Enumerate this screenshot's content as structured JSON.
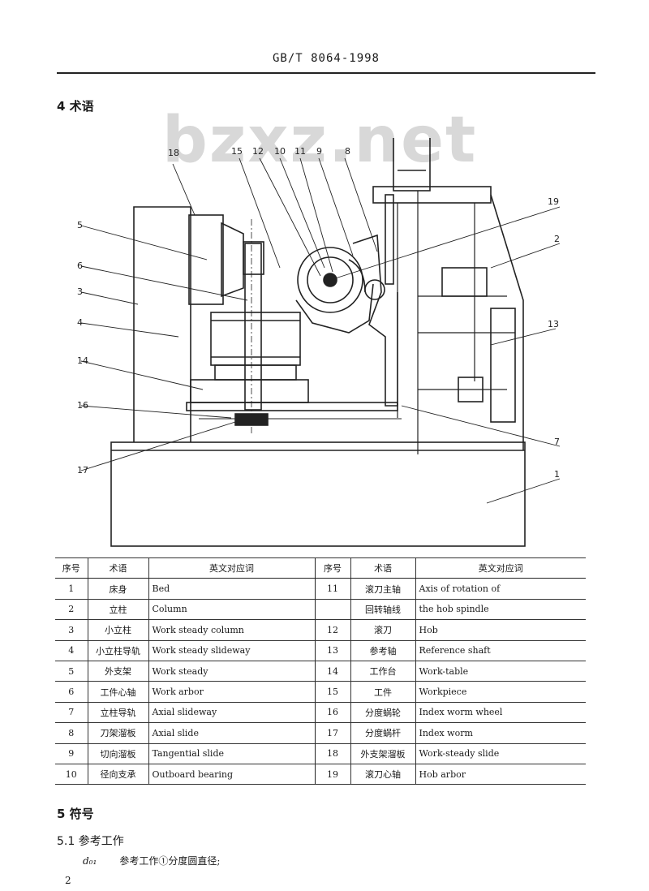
{
  "header": "GB/T 8064-1998",
  "section4_title": "4  术语",
  "watermark": "bzxz.net",
  "figure": {
    "callouts": [
      "18",
      "15",
      "12",
      "10",
      "11",
      "9",
      "8",
      "19",
      "2",
      "13",
      "7",
      "1",
      "17",
      "16",
      "14",
      "4",
      "3",
      "6",
      "5"
    ]
  },
  "table": {
    "headers": [
      "序号",
      "术语",
      "英文对应词",
      "序号",
      "术语",
      "英文对应词"
    ],
    "rows": [
      [
        "1",
        "床身",
        "Bed",
        "11",
        "滚刀主轴",
        "Axis of rotation of"
      ],
      [
        "2",
        "立柱",
        "Column",
        "",
        "回转轴线",
        "the hob spindle"
      ],
      [
        "3",
        "小立柱",
        "Work steady column",
        "12",
        "滚刀",
        "Hob"
      ],
      [
        "4",
        "小立柱导轨",
        "Work steady slideway",
        "13",
        "参考轴",
        "Reference shaft"
      ],
      [
        "5",
        "外支架",
        "Work steady",
        "14",
        "工作台",
        "Work-table"
      ],
      [
        "6",
        "工件心轴",
        "Work arbor",
        "15",
        "工件",
        "Workpiece"
      ],
      [
        "7",
        "立柱导轨",
        "Axial slideway",
        "16",
        "分度蜗轮",
        "Index worm wheel"
      ],
      [
        "8",
        "刀架溜板",
        "Axial slide",
        "17",
        "分度蜗杆",
        "Index worm"
      ],
      [
        "9",
        "切向溜板",
        "Tangential slide",
        "18",
        "外支架溜板",
        "Work-steady slide"
      ],
      [
        "10",
        "径向支承",
        "Outboard bearing",
        "19",
        "滚刀心轴",
        "Hob arbor"
      ]
    ]
  },
  "section5_title": "5  符号",
  "section51_title": "5.1  参考工作",
  "symbol_line": {
    "symbol": "d₀₁",
    "text": "参考工作①分度圆直径;"
  },
  "page_number": "2"
}
